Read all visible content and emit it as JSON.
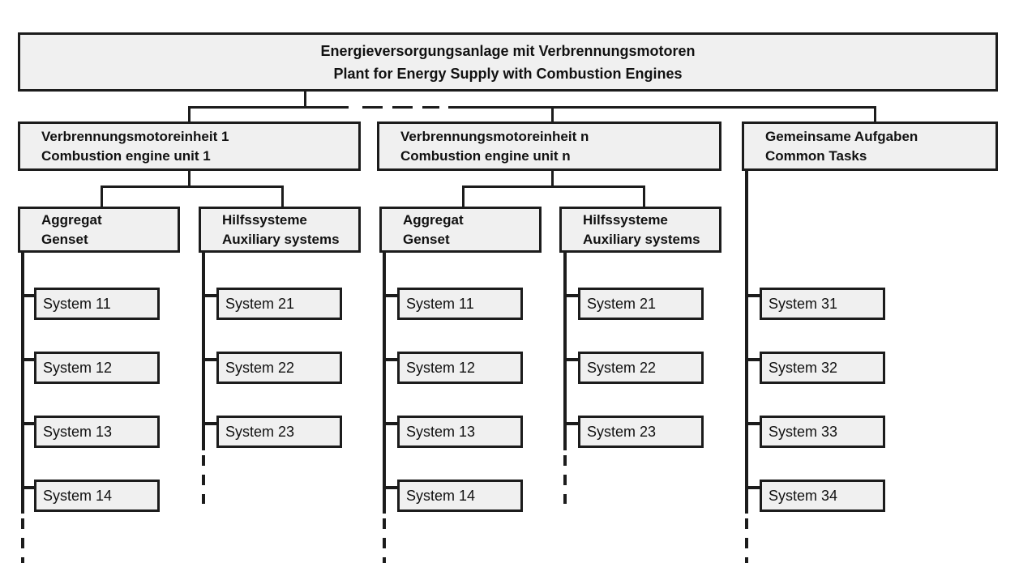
{
  "root": {
    "de": "Energieversorgungsanlage mit Verbrennungsmotoren",
    "en": "Plant for Energy Supply with Combustion Engines"
  },
  "units": [
    {
      "de": "Verbrennungsmotoreinheit 1",
      "en": "Combustion engine unit 1"
    },
    {
      "de": "Verbrennungsmotoreinheit n",
      "en": "Combustion engine unit n"
    },
    {
      "de": "Gemeinsame Aufgaben",
      "en": "Common Tasks"
    }
  ],
  "subunits": [
    {
      "de": "Aggregat",
      "en": "Genset"
    },
    {
      "de": "Hilfssysteme",
      "en": "Auxiliary systems"
    },
    {
      "de": "Aggregat",
      "en": "Genset"
    },
    {
      "de": "Hilfssysteme",
      "en": "Auxiliary systems"
    }
  ],
  "columns": [
    {
      "parent": "aggregat-unit-1",
      "systems": [
        "System 11",
        "System 12",
        "System 13",
        "System 14"
      ]
    },
    {
      "parent": "hilfssysteme-unit-1",
      "systems": [
        "System 21",
        "System 22",
        "System 23"
      ]
    },
    {
      "parent": "aggregat-unit-n",
      "systems": [
        "System 11",
        "System 12",
        "System 13",
        "System 14"
      ]
    },
    {
      "parent": "hilfssysteme-unit-n",
      "systems": [
        "System 21",
        "System 22",
        "System 23"
      ]
    },
    {
      "parent": "common-tasks",
      "systems": [
        "System 31",
        "System 32",
        "System 33",
        "System 34"
      ]
    }
  ],
  "colors": {
    "box_fill": "#f0f0f0",
    "box_border": "#1c1c1c",
    "connector": "#1c1c1c",
    "background": "#ffffff",
    "text": "#111111"
  }
}
